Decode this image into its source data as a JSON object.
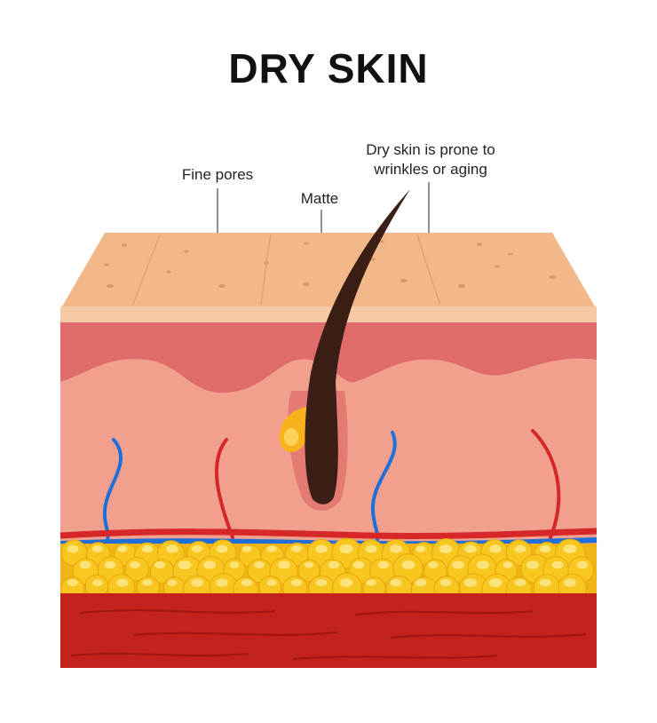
{
  "title": "DRY SKIN",
  "labels": {
    "fine_pores": "Fine pores",
    "matte": "Matte",
    "dry_line1": "Dry skin is prone to",
    "dry_line2": "wrinkles or aging"
  },
  "colors": {
    "epidermis_top": "#f2b88a",
    "epidermis_band": "#f5c9a3",
    "dermis_upper": "#e06b6b",
    "dermis": "#f2a08e",
    "fat": "#f6c21b",
    "muscle": "#c4231d",
    "artery": "#d62828",
    "vein": "#1e6fd9",
    "hair": "#3b1f17",
    "sebaceous_gland": "#f7b21a"
  }
}
